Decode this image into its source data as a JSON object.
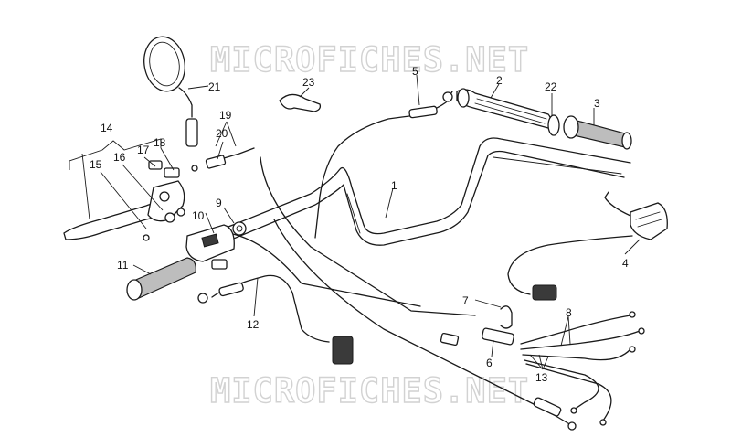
{
  "watermark": {
    "top": "MICROFICHES.NET",
    "bottom": "MICROFICHES.NET"
  },
  "callouts": {
    "c1": "1",
    "c2": "2",
    "c3": "3",
    "c4": "4",
    "c5": "5",
    "c6": "6",
    "c7": "7",
    "c8": "8",
    "c9": "9",
    "c10": "10",
    "c11": "11",
    "c12": "12",
    "c13": "13",
    "c14": "14",
    "c15": "15",
    "c16": "16",
    "c17": "17",
    "c18": "18",
    "c19": "19",
    "c20": "20",
    "c21": "21",
    "c22": "22",
    "c23": "23"
  }
}
